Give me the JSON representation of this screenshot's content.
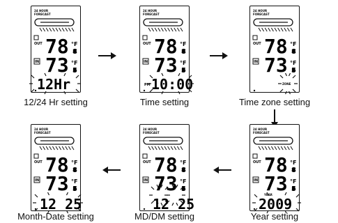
{
  "lcd_labels": {
    "forecast_line1": "24 HOUR",
    "forecast_line2": "FORECAST",
    "out_label": "OUT",
    "in_label": "IN",
    "outdoor_temp": "78.",
    "outdoor_temp_decimal": "8",
    "indoor_temp": "73.",
    "indoor_temp_decimal": "5",
    "temp_unit": "°F",
    "pm_indicator": "PM",
    "timezone_indicator": "ZONE",
    "year_indicator": "YEAR"
  },
  "panels": [
    {
      "id": "hr-setting",
      "caption": "12/24 Hr setting",
      "bottom_text": "12Hr",
      "flashing": true
    },
    {
      "id": "time-setting",
      "caption": "Time setting",
      "bottom_text": "10:00",
      "flashing": true
    },
    {
      "id": "timezone-setting",
      "caption": "Time zone setting",
      "bottom_text": "",
      "flashing": true
    },
    {
      "id": "year-setting",
      "caption": "Year setting",
      "bottom_text": "2009",
      "flashing": true
    },
    {
      "id": "mddm-setting",
      "caption": "MD/DM setting",
      "bottom_text": "12 25",
      "flashing": true
    },
    {
      "id": "month-date-setting",
      "caption": "Month-Date setting",
      "bottom_text": "12 25",
      "flashing": true
    }
  ],
  "flow": [
    "hr-setting",
    "time-setting",
    "timezone-setting",
    "year-setting",
    "mddm-setting",
    "month-date-setting"
  ]
}
